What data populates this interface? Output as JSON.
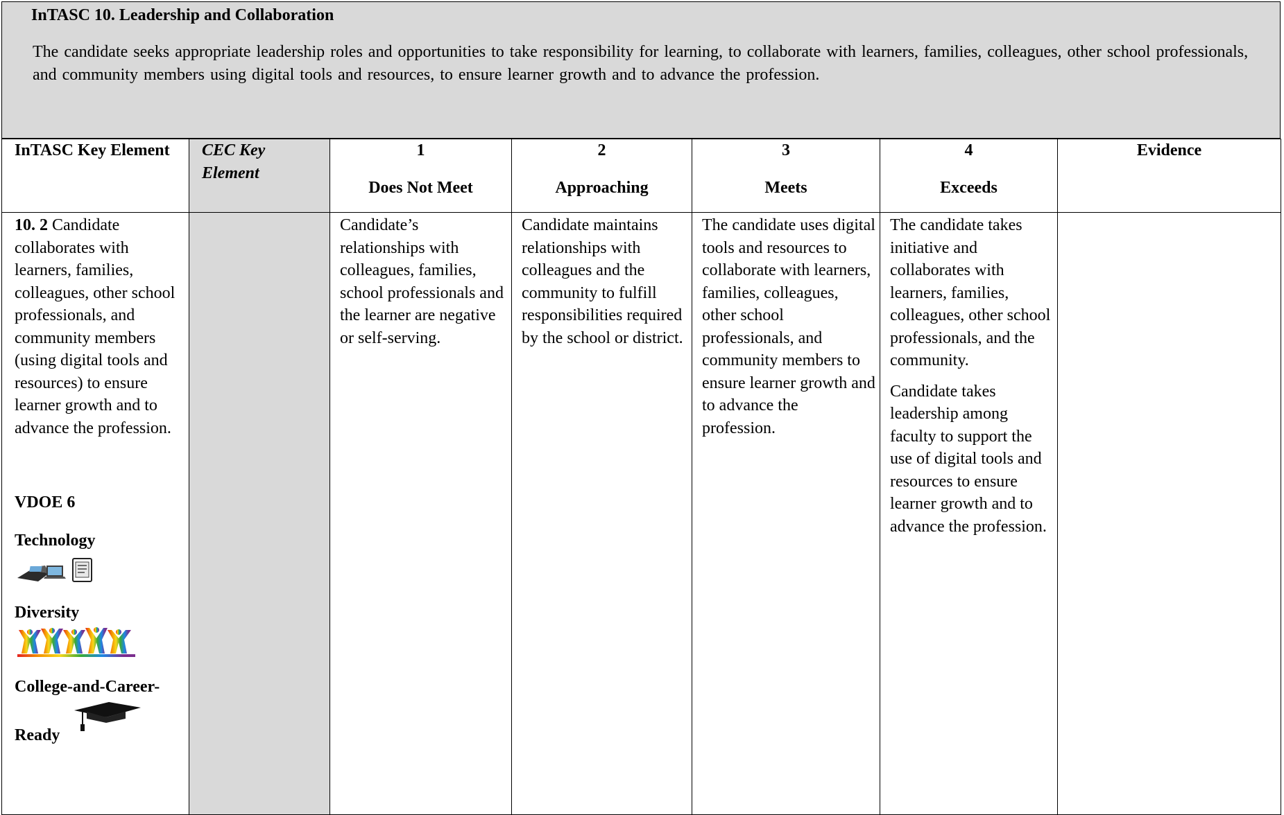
{
  "standard": {
    "title": "InTASC 10. Leadership and Collaboration",
    "description": "The candidate seeks appropriate leadership roles and opportunities to take responsibility for learning, to collaborate with learners, families, colleagues, other school professionals, and community members using digital tools and resources, to ensure learner growth and to advance the profession."
  },
  "header": {
    "col_intasc": "InTASC Key Element",
    "col_cec": "CEC Key Element",
    "levels": [
      {
        "number": "1",
        "label": "Does Not Meet"
      },
      {
        "number": "2",
        "label": "Approaching"
      },
      {
        "number": "3",
        "label": "Meets"
      },
      {
        "number": "4",
        "label": "Exceeds"
      }
    ],
    "col_evidence": "Evidence"
  },
  "row": {
    "element_number": "10. 2",
    "element_text": "Candidate collaborates with learners, families, colleagues, other school professionals, and community members (using digital tools and resources) to ensure learner growth and to advance the profession.",
    "vdoe": {
      "heading": "VDOE 6",
      "items": [
        {
          "label": "Technology",
          "icon": "technology-devices-icon"
        },
        {
          "label": "Diversity",
          "icon": "diversity-people-icon"
        },
        {
          "label_line1": "College-and-Career-",
          "label_line2": "Ready",
          "icon": "graduation-cap-icon"
        }
      ]
    },
    "cec": "",
    "level1": "Candidate’s relationships with colleagues, families, school professionals and the learner are negative or self-serving.",
    "level2": "Candidate maintains relationships with colleagues and the community to fulfill responsibilities required by the school or district.",
    "level3": "The candidate uses digital tools and resources to collaborate with learners, families, colleagues, other school professionals, and community members to ensure learner growth and to advance the profession.",
    "level4_p1": "The candidate takes initiative and collaborates with learners, families, colleagues, other school professionals, and the community.",
    "level4_p2": "Candidate takes leadership among faculty to support the use of digital tools and resources to ensure learner growth and to advance the profession.",
    "evidence": ""
  },
  "colors": {
    "header_grey": "#d9d9d9",
    "border": "#000000"
  }
}
